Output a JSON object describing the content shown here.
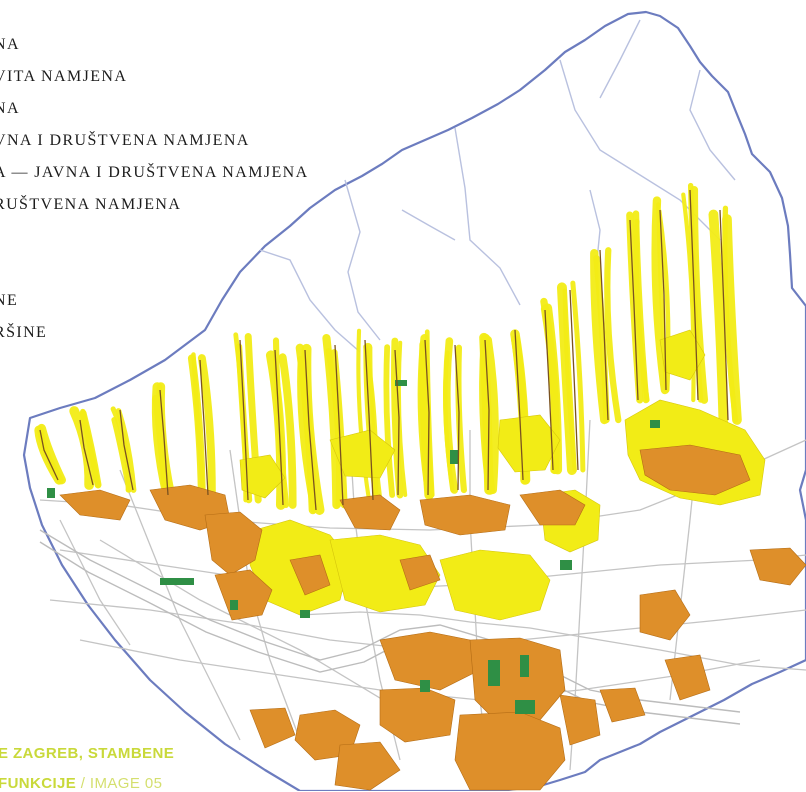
{
  "legend": {
    "items": [
      {
        "text": "NA"
      },
      {
        "text": "VITA NAMJENA"
      },
      {
        "text": "NA"
      },
      {
        "text": "VNA I DRUŠTVENA NAMJENA"
      },
      {
        "text": "A — JAVNA I DRUŠTVENA NAMJENA"
      },
      {
        "text": "RUŠTVENA NAMJENA"
      },
      {
        "text": "NE"
      },
      {
        "text": "RŠINE"
      }
    ]
  },
  "caption": {
    "line1": "E ZAGREB, STAMBENE",
    "line2_text": "FUNKCIJE",
    "line2_separator": " / ",
    "line2_tag": "IMAGE 05",
    "color": "#c9d93a"
  },
  "map": {
    "colors": {
      "boundary": "#6c7cbf",
      "road": "#c4c4c4",
      "residential_yellow": "#f2ec16",
      "mixed_orange": "#de8f2a",
      "public_green": "#2f8f45",
      "brown_stream": "#7a5220"
    }
  }
}
